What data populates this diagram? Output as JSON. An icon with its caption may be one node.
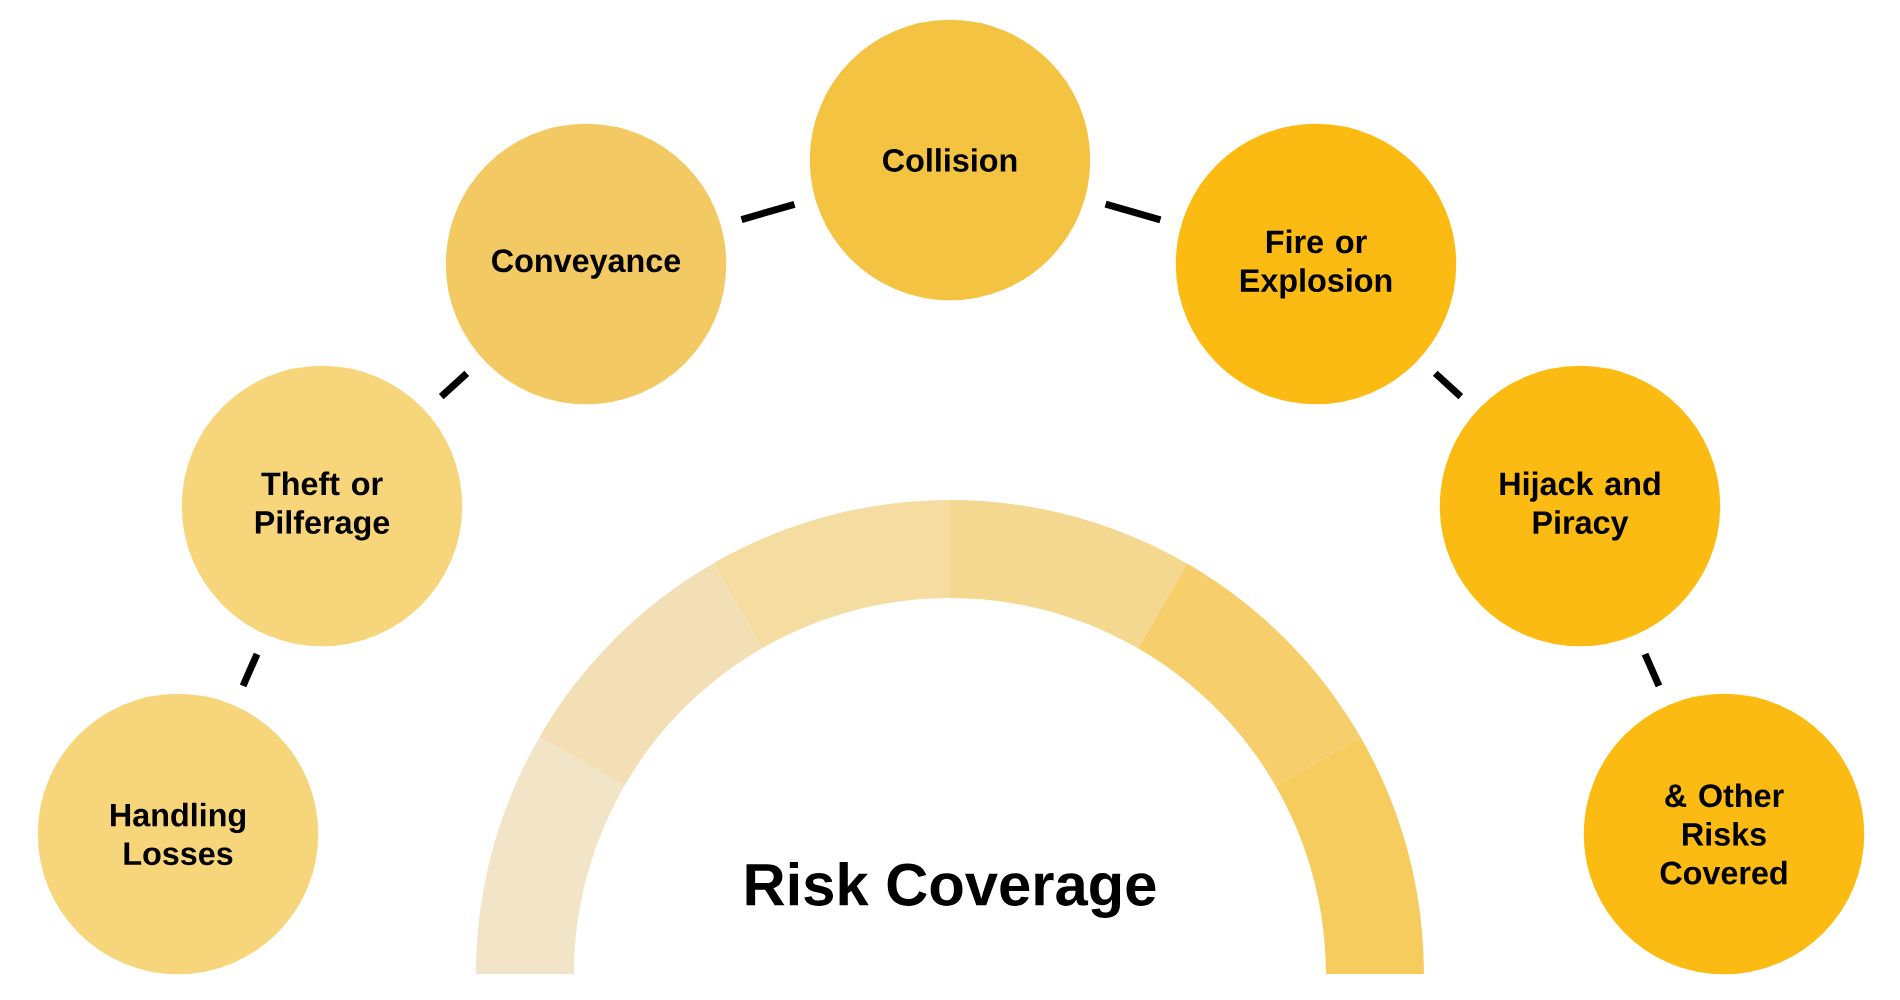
{
  "diagram": {
    "title": "Risk Coverage",
    "nodes": [
      {
        "text": [
          "Handling Losses"
        ]
      },
      {
        "text": [
          "Theft or Pilferage"
        ]
      },
      {
        "text": [
          "Conveyance"
        ]
      },
      {
        "text": [
          "Collision"
        ]
      },
      {
        "text": [
          "Fire or Explosion"
        ]
      },
      {
        "text": [
          "Hijack and Piracy"
        ]
      },
      {
        "text": [
          "& Other Risks Covered"
        ]
      }
    ],
    "edges": [
      {
        "from": 0,
        "to": 1,
        "arrow": "none"
      },
      {
        "from": 1,
        "to": 2,
        "arrow": "none"
      },
      {
        "from": 2,
        "to": 3,
        "arrow": "none"
      },
      {
        "from": 3,
        "to": 4,
        "arrow": "none"
      },
      {
        "from": 4,
        "to": 5,
        "arrow": "none"
      },
      {
        "from": 5,
        "to": 6,
        "arrow": "none"
      }
    ]
  }
}
